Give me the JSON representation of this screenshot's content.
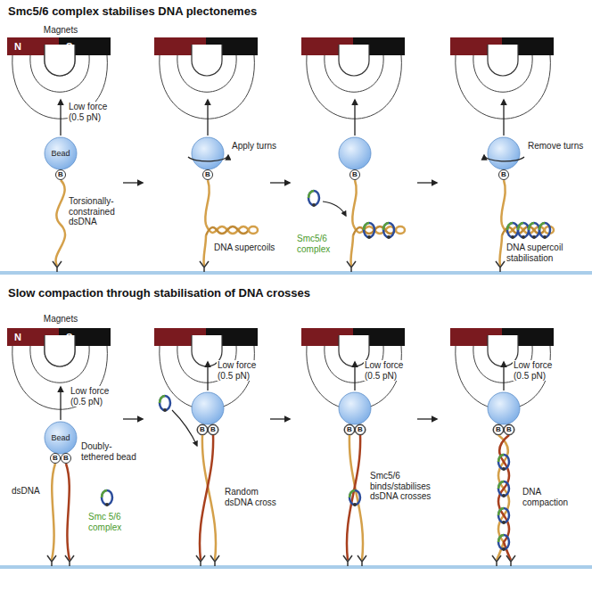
{
  "diagram": {
    "nodes": [
      {
        "text": [
          "N"
        ]
      },
      {
        "text": [
          "S"
        ]
      },
      {
        "text": [
          "Bead"
        ]
      },
      {
        "text": [
          "B"
        ]
      },
      {
        "text": [
          "B"
        ]
      },
      {
        "text": [
          "B"
        ]
      },
      {
        "text": [
          "B"
        ]
      },
      {
        "text": [
          "N"
        ]
      },
      {
        "text": [
          "S"
        ]
      },
      {
        "text": [
          "Bead"
        ]
      },
      {
        "text": [
          "B"
        ]
      },
      {
        "text": [
          "B"
        ]
      },
      {
        "text": [
          "B"
        ]
      },
      {
        "text": [
          "B"
        ]
      },
      {
        "text": [
          "B"
        ]
      },
      {
        "text": [
          "B"
        ]
      },
      {
        "text": [
          "B"
        ]
      },
      {
        "text": [
          "B"
        ]
      }
    ],
    "labels": [
      "Smc5/6 complex stabilises DNA plectonemes",
      "Magnets",
      "Low force (0.5 pN)",
      "Torsionally-constrained dsDNA",
      "Apply turns",
      "DNA supercoils",
      "Smc5/6 complex",
      "Remove turns",
      "DNA supercoil stabilisation",
      "Slow compaction through stabilisation of DNA crosses",
      "Magnets",
      "Low force (0.5 pN)",
      "Doubly-tethered bead",
      "dsDNA",
      "Smc 5/6 complex",
      "Low force (0.5 pN)",
      "Random dsDNA cross",
      "Low force (0.5 pN)",
      "Smc5/6 binds/stabilises dsDNA crosses",
      "Low force (0.5 pN)",
      "DNA compaction"
    ]
  }
}
